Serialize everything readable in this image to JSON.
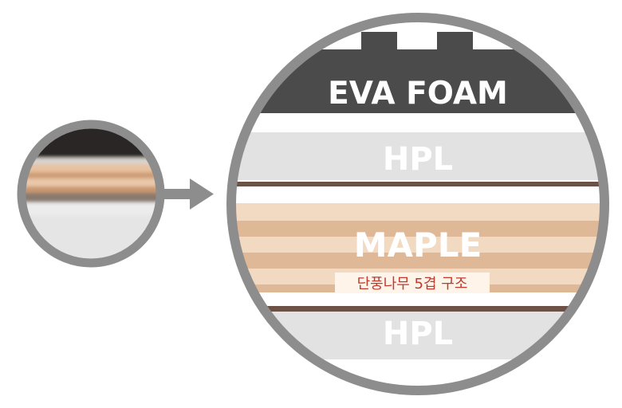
{
  "layers": {
    "foam_label": "EVA FOAM",
    "hpl_top_label": "HPL",
    "maple_label": "MAPLE",
    "maple_note": "단풍나무 5겹 구조",
    "hpl_bottom_label": "HPL"
  },
  "colors": {
    "ring": "#8d8d8d",
    "foam": "#4b4b4b",
    "hpl": "#e2e2e2",
    "glue_line": "#6b5146",
    "maple_light": "#f2d9c2",
    "maple_dark": "#dfb898",
    "label_text": "#ffffff",
    "note_text": "#c0392b"
  }
}
